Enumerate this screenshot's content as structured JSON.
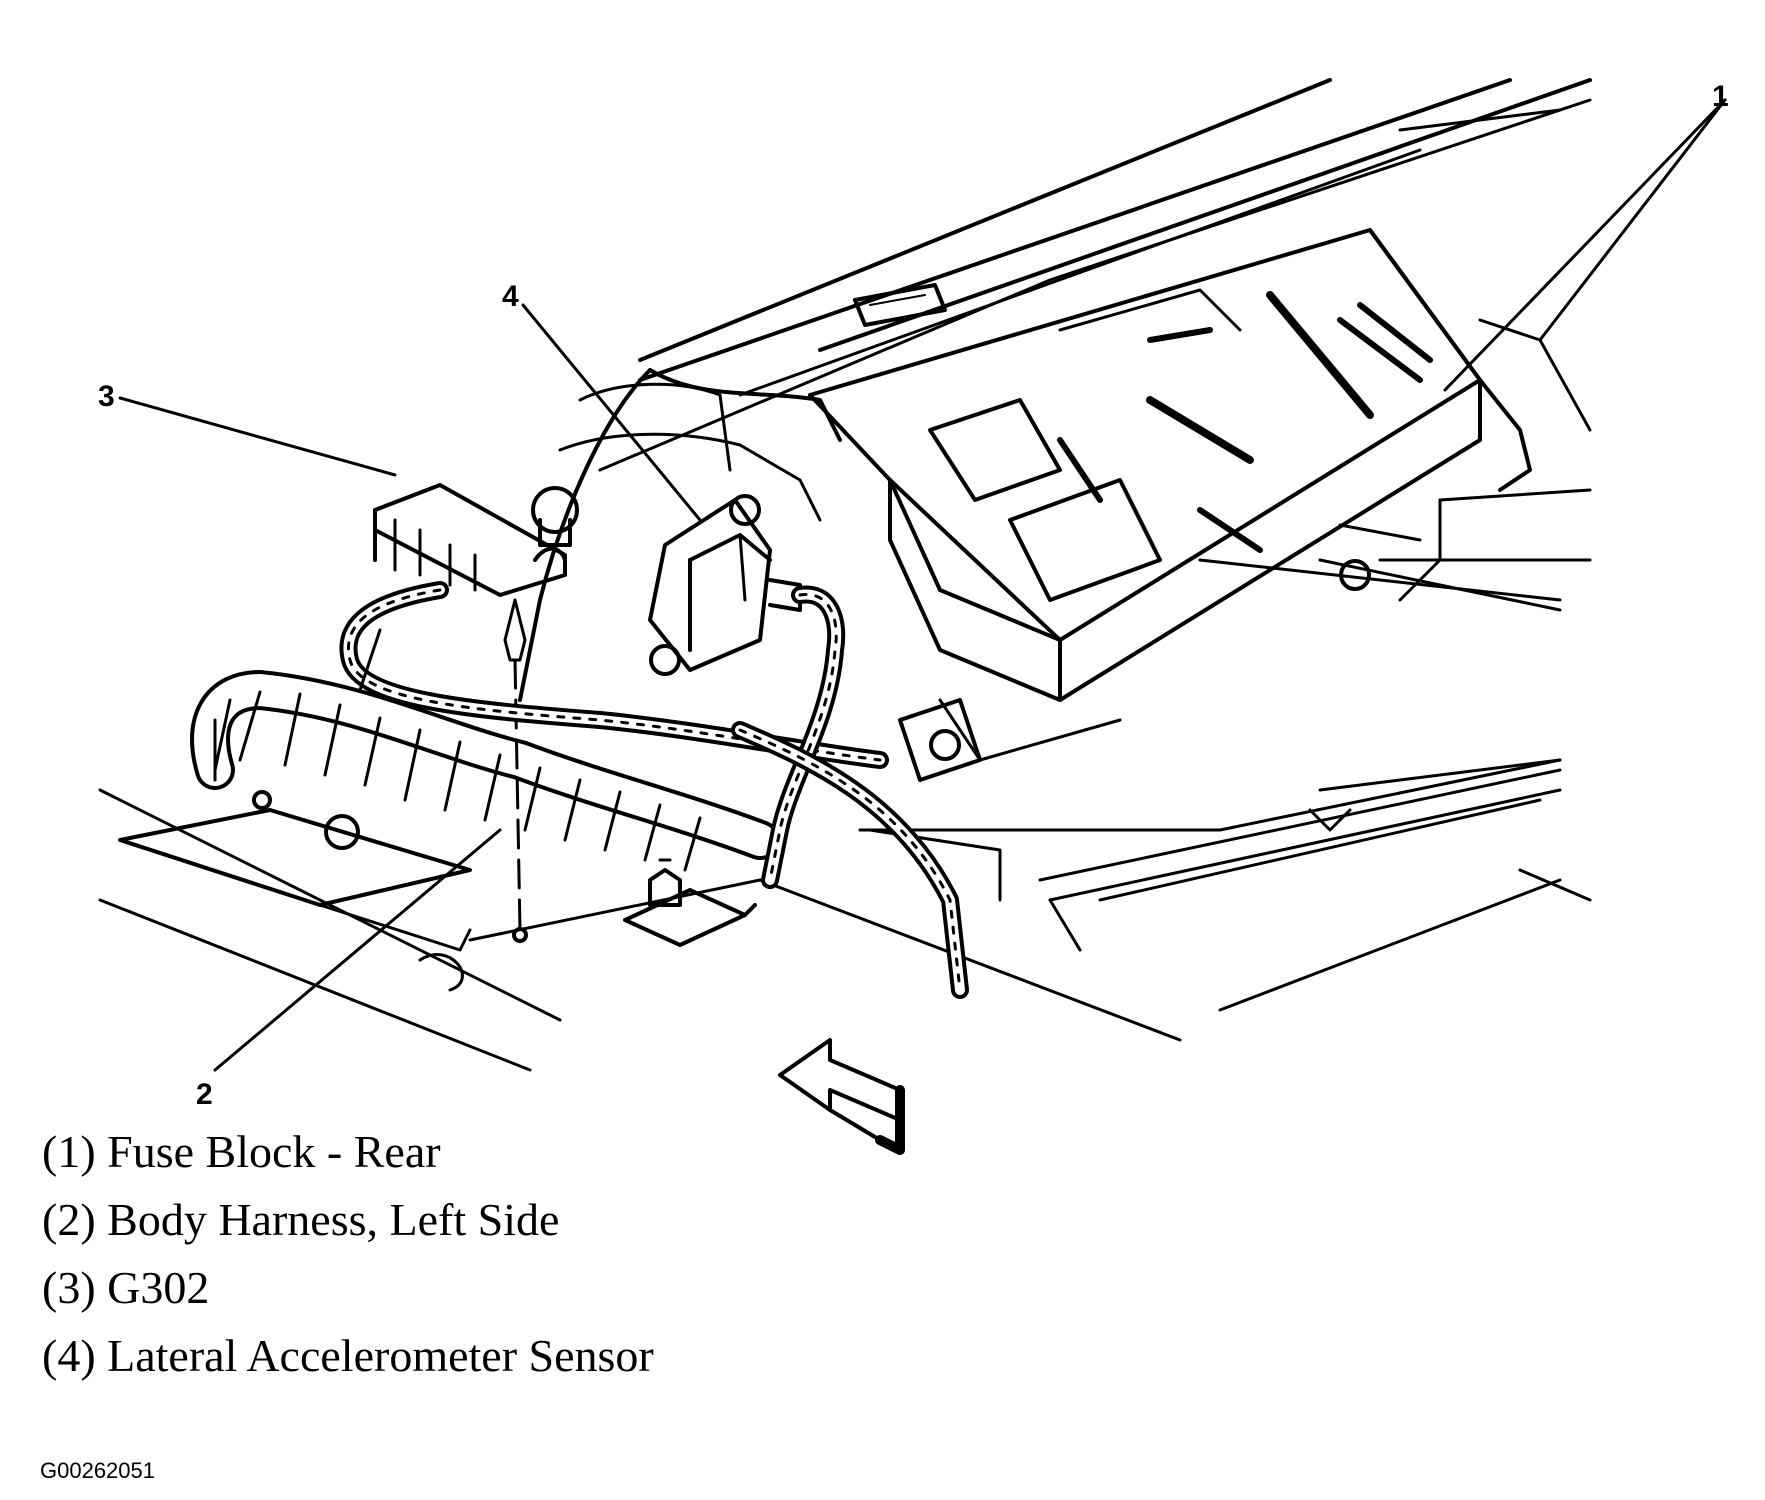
{
  "callouts": {
    "c1": "1",
    "c2": "2",
    "c3": "3",
    "c4": "4"
  },
  "legend": [
    "(1) Fuse Block - Rear",
    "(2) Body Harness, Left Side",
    "(3) G302",
    "(4) Lateral Accelerometer Sensor"
  ],
  "figure_id": "G00262051",
  "colors": {
    "ink": "#000000",
    "paper": "#ffffff"
  }
}
